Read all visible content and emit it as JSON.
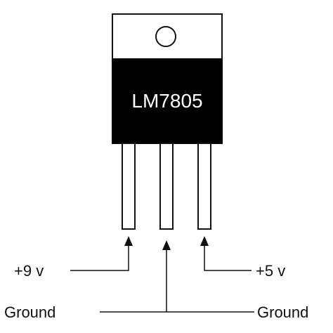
{
  "component": {
    "part_number": "LM7805"
  },
  "pins": [
    {
      "label": "+9 v"
    },
    {
      "label": "Ground"
    },
    {
      "label": "+5 v"
    }
  ],
  "ground_labels": {
    "left": "Ground",
    "right": "Ground"
  },
  "colors": {
    "body": "#000000",
    "tab": "#ffffff",
    "outline": "#111111",
    "text": "#111111",
    "chip_text": "#ffffff"
  }
}
